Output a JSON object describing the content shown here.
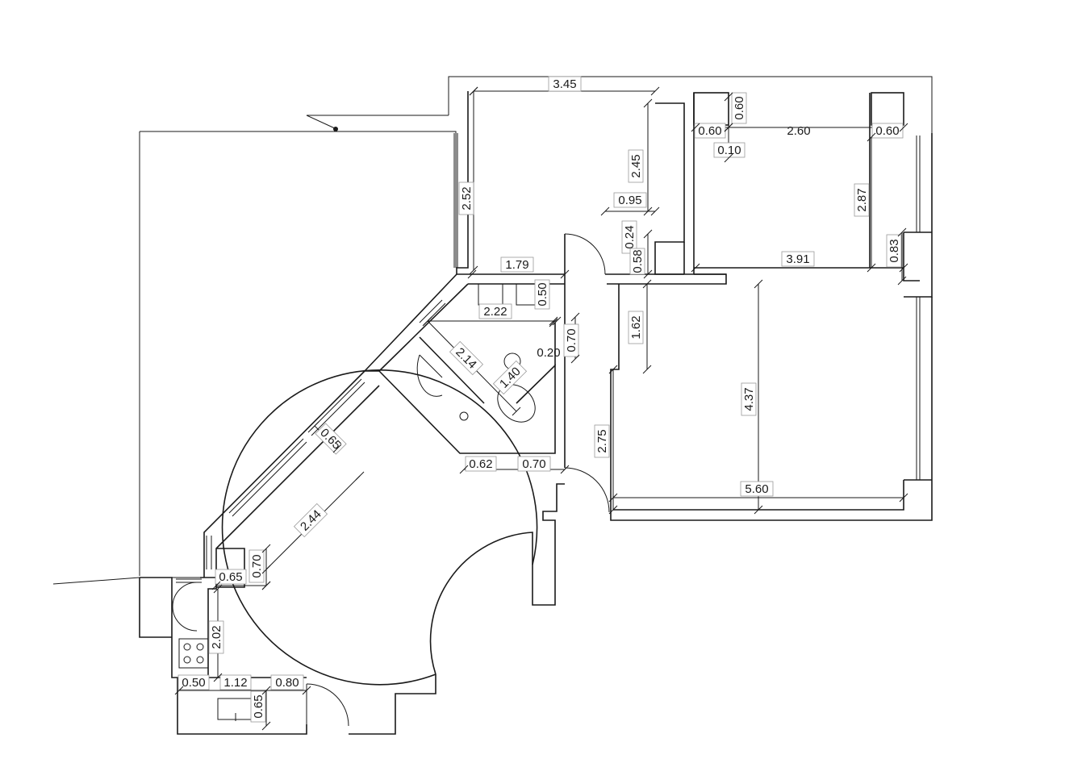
{
  "dimensions": {
    "top_room_width": "3.45",
    "left_wall_height": "2.52",
    "top_room_height": "2.45",
    "closet_width": "0.95",
    "closet_gap": "0.24",
    "closet_depth": "0.58",
    "hall_width": "1.79",
    "bath_depth": "0.50",
    "bath_width": "2.22",
    "bath_side": "0.70",
    "bath_diag": "2.14",
    "shower_side": "1.40",
    "wall_thickness": "0.20",
    "bath_bottom_left": "0.62",
    "bath_bottom_right": "0.70",
    "hall_height": "1.62",
    "corridor_height": "2.75",
    "bedroom_wardrobe_left": "0.60",
    "bedroom_wardrobe_top": "0.60",
    "bedroom_wardrobe_mid": "2.60",
    "bedroom_wardrobe_right": "0.60",
    "bedroom_gap": "0.10",
    "bedroom_height": "2.87",
    "bedroom_width": "3.91",
    "bedroom_pier": "0.83",
    "living_height": "4.37",
    "living_width": "5.60",
    "diag_wall_short": "0.65",
    "diag_wall_long": "2.44",
    "kitchen_niche_width": "0.65",
    "kitchen_niche_depth": "0.70",
    "kitchen_height": "2.02",
    "kitchen_counter_left": "0.50",
    "kitchen_counter_mid": "1.12",
    "kitchen_counter_right": "0.80",
    "sink_depth": "0.65"
  }
}
